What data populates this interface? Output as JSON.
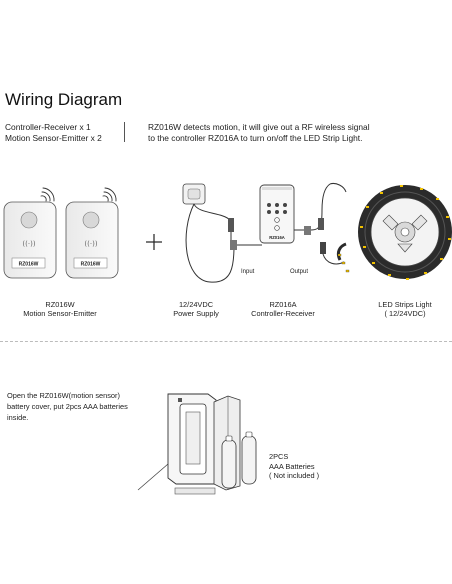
{
  "title": "Wiring Diagram",
  "package": {
    "line1": "Controller-Receiver x 1",
    "line2": "Motion Sensor-Emitter x 2"
  },
  "description": {
    "line1": "RZ016W detects motion, it will give out a RF wireless signal",
    "line2": "to the controller RZ016A to turn on/off the LED Strip Light."
  },
  "sensor": {
    "badge": "RZ016W",
    "label_model": "RZ016W",
    "label_name": "Motion Sensor-Emitter"
  },
  "power_supply": {
    "label_voltage": "12/24VDC",
    "label_name": "Power Supply"
  },
  "controller": {
    "badge": "RZ016A",
    "label_model": "RZ016A",
    "label_name": "Controller-Receiver",
    "input_label": "Input",
    "output_label": "Output"
  },
  "led": {
    "label_name": "LED Strips Light",
    "label_voltage": "( 12/24VDC)"
  },
  "step": {
    "line1": "Open the RZ016W(motion sensor)",
    "line2": "battery cover, put 2pcs AAA batteries",
    "line3": "inside."
  },
  "batteries": {
    "line1": "2PCS",
    "line2": "AAA Batteries",
    "line3": "( Not included )"
  },
  "colors": {
    "text": "#222222",
    "line": "#333333",
    "device_fill": "#f4f4f4",
    "led_fill": "#f2c200"
  },
  "icons": [
    "wifi-signal-icon",
    "plus-icon",
    "rf-signal-icon",
    "mounting-tape-icon"
  ]
}
